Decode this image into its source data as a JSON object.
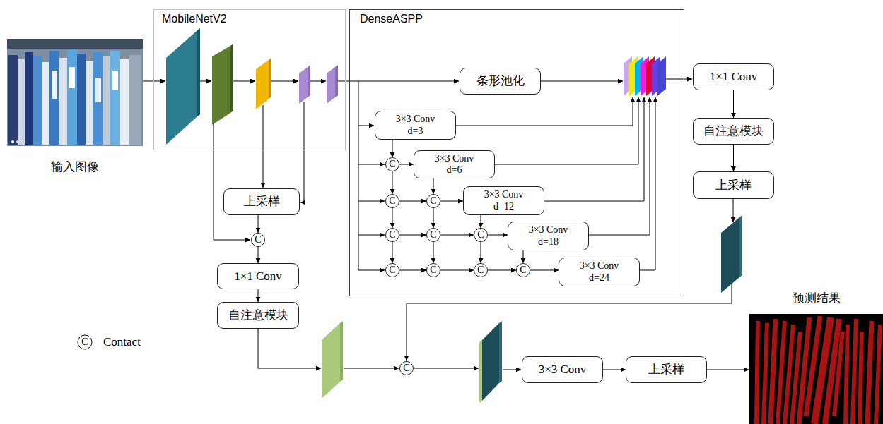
{
  "diagram": {
    "nodes": [
      {
        "text": [
          "MobileNetV2"
        ]
      },
      {
        "text": [
          "DenseASPP"
        ]
      },
      {
        "text": [
          "条形池化"
        ],
        "in": 1
      },
      {
        "text": [
          "3×3 Conv",
          "d=3"
        ],
        "in": 1
      },
      {
        "text": [
          "C"
        ],
        "in": 1
      },
      {
        "text": [
          "3×3 Conv",
          "d=6"
        ],
        "in": 1
      },
      {
        "text": [
          "C"
        ],
        "in": 1
      },
      {
        "text": [
          "C"
        ],
        "in": 1
      },
      {
        "text": [
          "3×3 Conv",
          "d=12"
        ],
        "in": 1
      },
      {
        "text": [
          "C"
        ],
        "in": 1
      },
      {
        "text": [
          "C"
        ],
        "in": 1
      },
      {
        "text": [
          "C"
        ],
        "in": 1
      },
      {
        "text": [
          "3×3 Conv",
          "d=18"
        ],
        "in": 1
      },
      {
        "text": [
          "C"
        ],
        "in": 1
      },
      {
        "text": [
          "C"
        ],
        "in": 1
      },
      {
        "text": [
          "C"
        ],
        "in": 1
      },
      {
        "text": [
          "C"
        ],
        "in": 1
      },
      {
        "text": [
          "3×3 Conv",
          "d=24"
        ],
        "in": 1
      },
      {
        "text": [
          "1×1 Conv"
        ]
      },
      {
        "text": [
          "自注意模块"
        ]
      },
      {
        "text": [
          "上采样"
        ]
      },
      {
        "text": [
          "上采样"
        ]
      },
      {
        "text": [
          "C"
        ]
      },
      {
        "text": [
          "1×1 Conv"
        ]
      },
      {
        "text": [
          "自注意模块"
        ]
      },
      {
        "text": [
          "C"
        ]
      },
      {
        "text": [
          "3×3 Conv"
        ]
      },
      {
        "text": [
          "上采样"
        ]
      }
    ],
    "edges": [
      {
        "from": 3,
        "to": 4,
        "arrow": "to"
      },
      {
        "from": 4,
        "to": 5,
        "arrow": "to"
      },
      {
        "from": 4,
        "to": 6,
        "arrow": "to"
      },
      {
        "from": 6,
        "to": 9,
        "arrow": "to"
      },
      {
        "from": 9,
        "to": 13,
        "arrow": "to"
      },
      {
        "from": 6,
        "to": 7,
        "arrow": "to"
      },
      {
        "from": 5,
        "to": 7,
        "arrow": "to"
      },
      {
        "from": 7,
        "to": 8,
        "arrow": "to"
      },
      {
        "from": 7,
        "to": 10,
        "arrow": "to"
      },
      {
        "from": 9,
        "to": 10,
        "arrow": "to"
      },
      {
        "from": 10,
        "to": 14,
        "arrow": "to"
      },
      {
        "from": 10,
        "to": 11,
        "arrow": "to"
      },
      {
        "from": 8,
        "to": 11,
        "arrow": "to"
      },
      {
        "from": 11,
        "to": 12,
        "arrow": "to"
      },
      {
        "from": 11,
        "to": 15,
        "arrow": "to"
      },
      {
        "from": 13,
        "to": 14,
        "arrow": "to"
      },
      {
        "from": 14,
        "to": 15,
        "arrow": "to"
      },
      {
        "from": 15,
        "to": 16,
        "arrow": "to"
      },
      {
        "from": 12,
        "to": 16,
        "arrow": "to"
      },
      {
        "from": 16,
        "to": 17,
        "arrow": "to"
      },
      {
        "from": 18,
        "to": 19,
        "arrow": "to"
      },
      {
        "from": 19,
        "to": 20,
        "arrow": "to"
      },
      {
        "from": 21,
        "to": 22,
        "arrow": "to"
      },
      {
        "from": 22,
        "to": 23,
        "arrow": "to"
      },
      {
        "from": 23,
        "to": 24,
        "arrow": "to"
      },
      {
        "from": 26,
        "to": 27,
        "arrow": "to"
      }
    ],
    "labels": [
      "输入图像",
      "预测结果",
      "C"
    ],
    "legend": [
      {
        "text": "Contact"
      }
    ]
  }
}
